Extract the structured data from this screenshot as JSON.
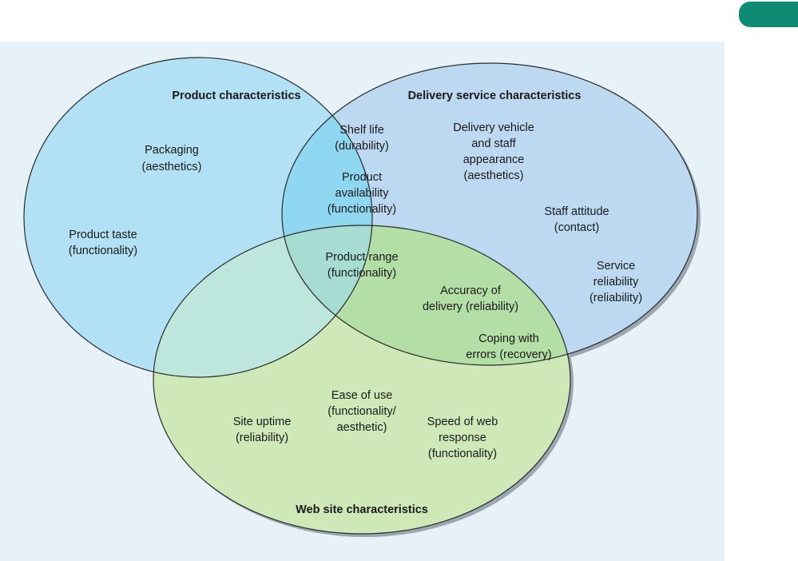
{
  "colors": {
    "panel_bg": "#e6f1f8",
    "accent_tab": "#0e8c73",
    "product_fill": "#b2e0f5",
    "delivery_fill": "#bcd9f1",
    "web_fill": "#cfe8b8",
    "product_delivery_overlap": "#8fd6f0",
    "product_web_overlap": "#bde7dc",
    "delivery_web_overlap": "#b3dea6",
    "center_overlap": "#a6dcd2"
  },
  "sets": {
    "product": "Product characteristics",
    "delivery": "Delivery service characteristics",
    "web": "Web site characteristics"
  },
  "items": {
    "packaging": [
      "Packaging",
      "(aesthetics)"
    ],
    "product_taste": [
      "Product taste",
      "(functionality)"
    ],
    "shelf_life": [
      "Shelf life",
      "(durability)"
    ],
    "product_availability": [
      "Product",
      "availability",
      "(functionality)"
    ],
    "delivery_vehicle": [
      "Delivery vehicle",
      "and staff",
      "appearance",
      "(aesthetics)"
    ],
    "staff_attitude": [
      "Staff attitude",
      "(contact)"
    ],
    "service_reliability": [
      "Service",
      "reliability",
      "(reliability)"
    ],
    "product_range": [
      "Product range",
      "(functionality)"
    ],
    "accuracy": [
      "Accuracy of",
      "delivery (reliability)"
    ],
    "coping": [
      "Coping with",
      "errors (recovery)"
    ],
    "ease_of_use": [
      "Ease of use",
      "(functionality/",
      "aesthetic)"
    ],
    "site_uptime": [
      "Site uptime",
      "(reliability)"
    ],
    "speed": [
      "Speed of web",
      "response",
      "(functionality)"
    ]
  }
}
